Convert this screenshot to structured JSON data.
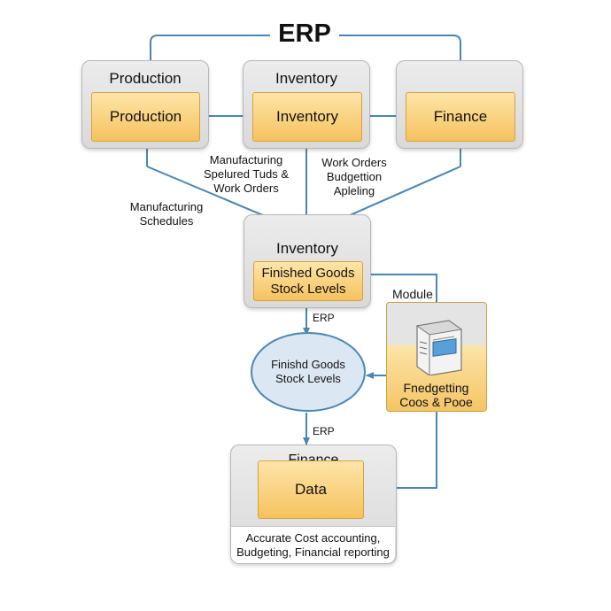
{
  "title": "ERP",
  "boxes": {
    "production": {
      "outer_title": "Production",
      "inner_label": "Production"
    },
    "inventory_top": {
      "outer_title": "Inventory",
      "inner_label": "Inventory"
    },
    "finance_top": {
      "inner_label": "Finance"
    },
    "inventory_mid": {
      "outer_title": "Inventory",
      "inner_line1": "Finished Goods",
      "inner_line2": "Stock Levels"
    },
    "module": {
      "title": "Module",
      "line1": "Fnedgetting",
      "line2": "Coos & Pooe"
    },
    "ellipse": {
      "line1": "Finishd Goods",
      "line2": "Stock Levels"
    },
    "finance_bottom": {
      "outer_title": "Finance",
      "inner_label": "Data",
      "note_line1": "Accurate Cost accounting,",
      "note_line2": "Budgeting, Financial reporting"
    }
  },
  "labels": {
    "mfg_tuds": {
      "line1": "Manufacturing",
      "line2": "Spelured Tuds &",
      "line3": "Work Orders"
    },
    "mfg_sched": {
      "line1": "Manufacturing",
      "line2": "Schedules"
    },
    "work_orders": {
      "line1": "Work Orders",
      "line2": "Budgettion",
      "line3": "Apleling"
    },
    "erp1": "ERP",
    "erp2": "ERP"
  },
  "colors": {
    "arrow": "#4a86b4",
    "inner_fill": "#f7c766",
    "outer_fill": "#dedede",
    "ellipse_fill": "#dbe8f4"
  }
}
